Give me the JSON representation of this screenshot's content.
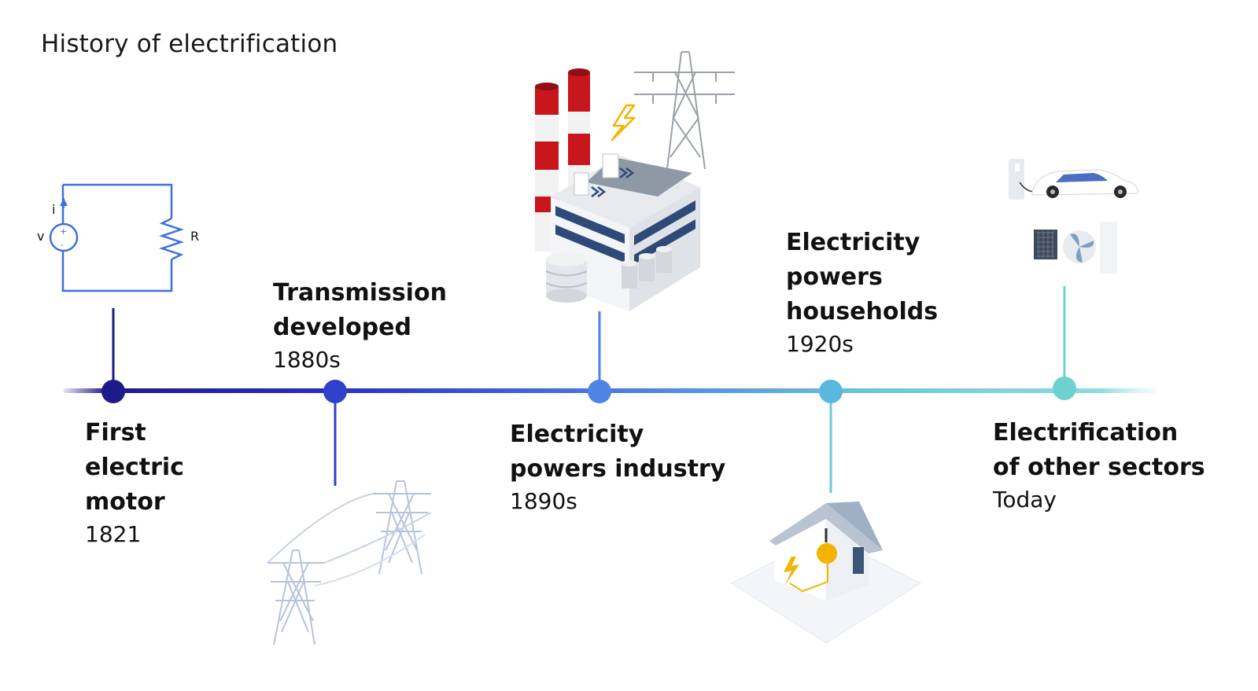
{
  "title": "History of electrification",
  "milestones": [
    {
      "label": "First\nelectric\nmotor",
      "date": "1821"
    },
    {
      "label": "Transmission\ndeveloped",
      "date": "1880s"
    },
    {
      "label": "Electricity\npowers industry",
      "date": "1890s"
    },
    {
      "label": "Electricity\npowers\nhouseholds",
      "date": "1920s"
    },
    {
      "label": "Electrification\nof other sectors",
      "date": "Today"
    }
  ],
  "circuit_labels": {
    "current": "i",
    "voltage": "v",
    "resistor": "R",
    "plus": "+",
    "minus": "-"
  },
  "colors": {
    "timeline_start": "#1f1a8a",
    "timeline_mid": "#4a7be0",
    "timeline_end": "#79d3d6",
    "dot_1821": "#1f1a8a",
    "dot_1880s": "#3140c8",
    "dot_1890s": "#4f83e6",
    "dot_1920s": "#5ab8e0",
    "dot_today": "#6fd0d0",
    "chimney_red": "#c8161d",
    "bolt": "#f2b400"
  },
  "icons": [
    "circuit-diagram-icon",
    "transmission-towers-icon",
    "power-plant-icon",
    "house-lightbulb-icon",
    "electric-car-charger-icon",
    "heat-pump-icon"
  ]
}
